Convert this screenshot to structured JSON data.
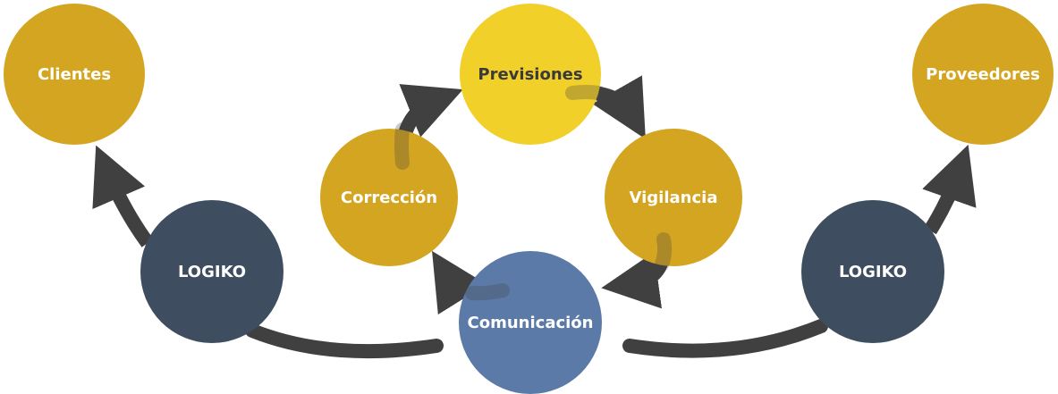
{
  "colors": {
    "gold": "#d4a521",
    "yellow": "#f1d02a",
    "navy": "#3e4d5f",
    "blue": "#5b7aa7",
    "arrow": "#404040"
  },
  "nodes": {
    "clientes": {
      "label": "Clientes"
    },
    "previsiones": {
      "label": "Previsiones"
    },
    "proveedores": {
      "label": "Proveedores"
    },
    "correccion": {
      "label": "Corrección"
    },
    "vigilancia": {
      "label": "Vigilancia"
    },
    "logiko_left": {
      "label": "LOGIKO"
    },
    "logiko_right": {
      "label": "LOGIKO"
    },
    "comunicacion": {
      "label": "Comunicación"
    }
  }
}
